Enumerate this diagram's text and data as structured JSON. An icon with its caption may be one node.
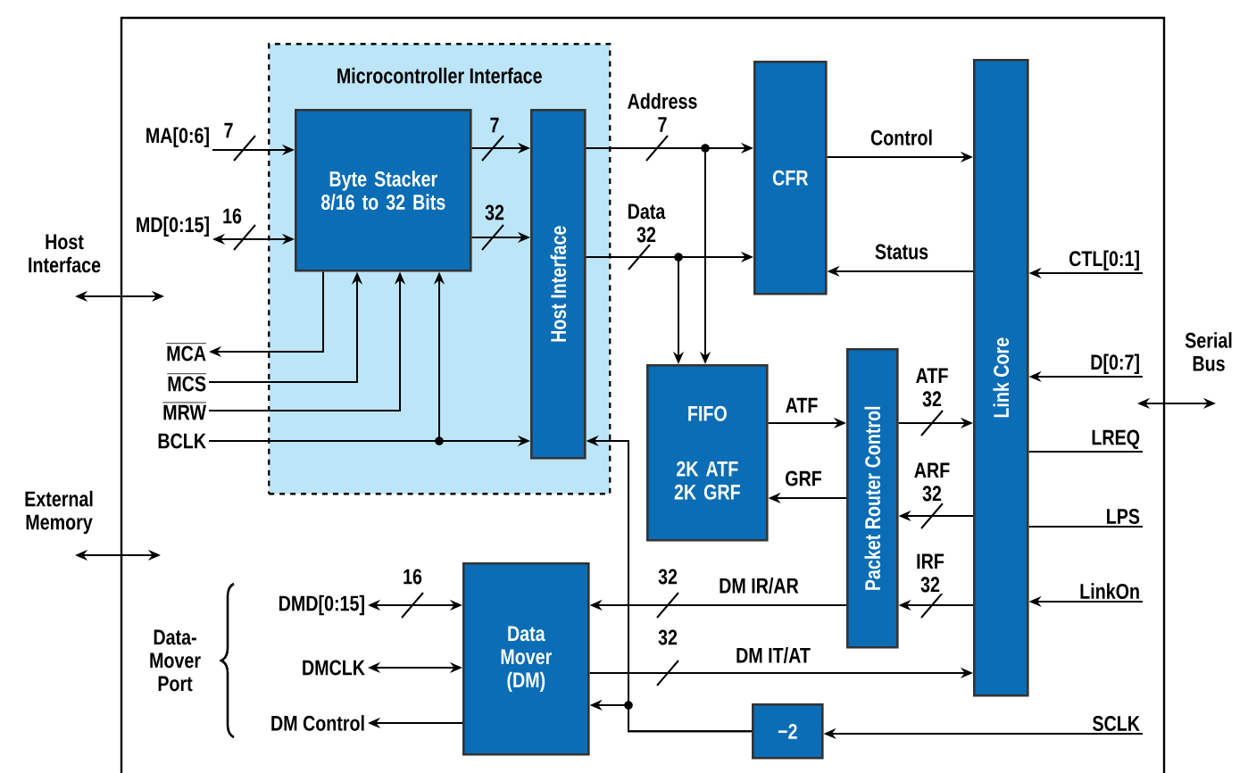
{
  "diagram": {
    "nodes": [
      {
        "text": [
          "Microcontroller Interface"
        ]
      },
      {
        "text": [
          "Byte Stacker 8/16 to 32 Bits"
        ],
        "in": 0
      },
      {
        "text": [
          "Host Interface"
        ],
        "in": 0
      },
      {
        "text": [
          "MA[0:6]"
        ]
      },
      {
        "text": [
          "MD[0:15]"
        ]
      },
      {
        "text": [
          "MCA"
        ]
      },
      {
        "text": [
          "MCS"
        ]
      },
      {
        "text": [
          "MRW"
        ]
      },
      {
        "text": [
          "BCLK"
        ]
      },
      {
        "text": [
          "CFR"
        ]
      },
      {
        "text": [
          "FIFO",
          "2K ATF 2K GRF"
        ]
      },
      {
        "text": [
          "Packet Router Control"
        ]
      },
      {
        "text": [
          "Link Core"
        ]
      },
      {
        "text": [
          "Data Mover (DM)"
        ]
      },
      {
        "text": [
          "−2"
        ]
      },
      {
        "text": [
          "CTL[0:1]"
        ]
      },
      {
        "text": [
          "D[0:7]"
        ]
      },
      {
        "text": [
          "LREQ"
        ]
      },
      {
        "text": [
          "LPS"
        ]
      },
      {
        "text": [
          "LinkOn"
        ]
      },
      {
        "text": [
          "SCLK"
        ]
      },
      {
        "text": [
          "DMD[0:15]"
        ]
      },
      {
        "text": [
          "DMCLK"
        ]
      },
      {
        "text": [
          "DM Control"
        ]
      }
    ],
    "edges": [
      {
        "from": 3,
        "to": 1,
        "arrow": "to",
        "label": "7"
      },
      {
        "from": 4,
        "to": 1,
        "arrow": "both",
        "label": "16"
      },
      {
        "from": 1,
        "to": 2,
        "arrow": "to",
        "label": "7"
      },
      {
        "from": 1,
        "to": 2,
        "arrow": "to",
        "label": "32"
      },
      {
        "from": 1,
        "to": 5,
        "arrow": "to"
      },
      {
        "from": 6,
        "to": 1,
        "arrow": "to"
      },
      {
        "from": 7,
        "to": 1,
        "arrow": "to"
      },
      {
        "from": 8,
        "to": 2,
        "arrow": "to"
      },
      {
        "from": 8,
        "to": 1,
        "arrow": "to"
      },
      {
        "from": 2,
        "to": 9,
        "arrow": "to",
        "label": "Address 7"
      },
      {
        "from": 2,
        "to": 10,
        "arrow": "to"
      },
      {
        "from": 2,
        "to": 9,
        "arrow": "to",
        "label": "Data 32"
      },
      {
        "from": 2,
        "to": 10,
        "arrow": "to"
      },
      {
        "from": 9,
        "to": 12,
        "arrow": "to",
        "label": "Control"
      },
      {
        "from": 12,
        "to": 9,
        "arrow": "to",
        "label": "Status"
      },
      {
        "from": 15,
        "to": 12,
        "arrow": "to"
      },
      {
        "from": 16,
        "to": 12,
        "arrow": "to"
      },
      {
        "from": 12,
        "to": 17,
        "arrow": "none"
      },
      {
        "from": 12,
        "to": 18,
        "arrow": "none"
      },
      {
        "from": 19,
        "to": 12,
        "arrow": "to"
      },
      {
        "from": 10,
        "to": 11,
        "arrow": "to",
        "label": "ATF"
      },
      {
        "from": 11,
        "to": 10,
        "arrow": "to",
        "label": "GRF"
      },
      {
        "from": 11,
        "to": 12,
        "arrow": "to",
        "label": "ATF 32"
      },
      {
        "from": 12,
        "to": 11,
        "arrow": "to",
        "label": "ARF 32"
      },
      {
        "from": 12,
        "to": 11,
        "arrow": "to",
        "label": "IRF 32"
      },
      {
        "from": 11,
        "to": 13,
        "arrow": "to",
        "label": "DM IR/AR"
      },
      {
        "from": 13,
        "to": 12,
        "arrow": "to",
        "label": "DM IT/AT"
      },
      {
        "from": 20,
        "to": 14,
        "arrow": "to"
      },
      {
        "from": 14,
        "to": 13,
        "arrow": "to"
      },
      {
        "from": 14,
        "to": 2,
        "arrow": "to"
      },
      {
        "from": 21,
        "to": 13,
        "arrow": "both",
        "label": "16"
      },
      {
        "from": 22,
        "to": 13,
        "arrow": "both"
      },
      {
        "from": 13,
        "to": 23,
        "arrow": "to"
      }
    ],
    "labels": [
      "Host Interface",
      "External Memory",
      "Serial Bus",
      "Data- Mover Port",
      "32",
      "32"
    ]
  }
}
